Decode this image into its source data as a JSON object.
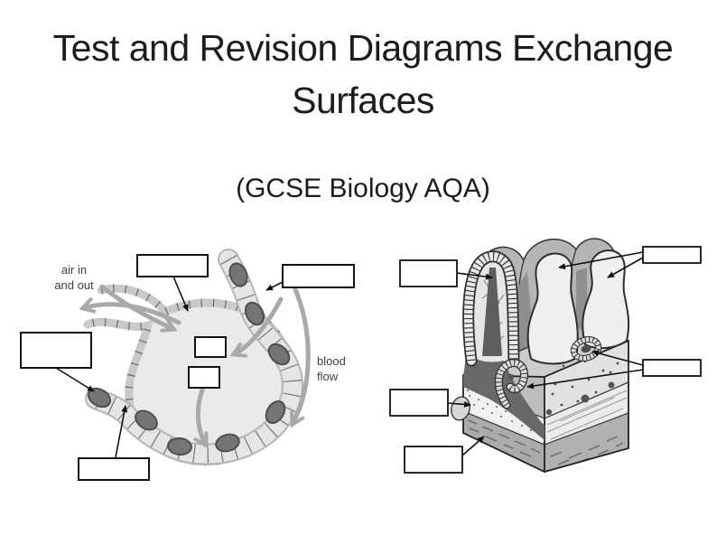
{
  "slide": {
    "title_line1": "Test and Revision Diagrams Exchange",
    "title_line2": "Surfaces",
    "subtitle": "(GCSE Biology AQA)"
  },
  "alveolus_diagram": {
    "description": "Alveolus and capillary gas-exchange diagram with blank label boxes",
    "annotations": {
      "air_line1": "air in",
      "air_line2": "and out",
      "blood_line1": "blood",
      "blood_line2": "flow"
    },
    "label_boxes": [
      {
        "id": "top-center",
        "value": ""
      },
      {
        "id": "top-right",
        "value": ""
      },
      {
        "id": "left",
        "value": ""
      },
      {
        "id": "small-upper",
        "value": ""
      },
      {
        "id": "small-lower",
        "value": ""
      },
      {
        "id": "bottom",
        "value": ""
      }
    ]
  },
  "villi_diagram": {
    "description": "Small intestine villi 3D block diagram with blank label boxes",
    "label_boxes": [
      {
        "id": "top-right",
        "value": ""
      },
      {
        "id": "left-top",
        "value": ""
      },
      {
        "id": "right-middle",
        "value": ""
      },
      {
        "id": "left-middle",
        "value": ""
      },
      {
        "id": "bottom-left",
        "value": ""
      }
    ]
  },
  "colors": {
    "background": "#ffffff",
    "title_text": "#1c1c1c",
    "annotation_text": "#3f3f3f",
    "label_box_border": "#111111",
    "label_box_fill": "#ffffff",
    "flow_arrow_gray": "#a9a9a9",
    "leader_line": "#111111",
    "tissue_light": "#e9e9e9",
    "tissue_mid": "#b5b5b5",
    "tissue_dark": "#6b6b6b"
  }
}
